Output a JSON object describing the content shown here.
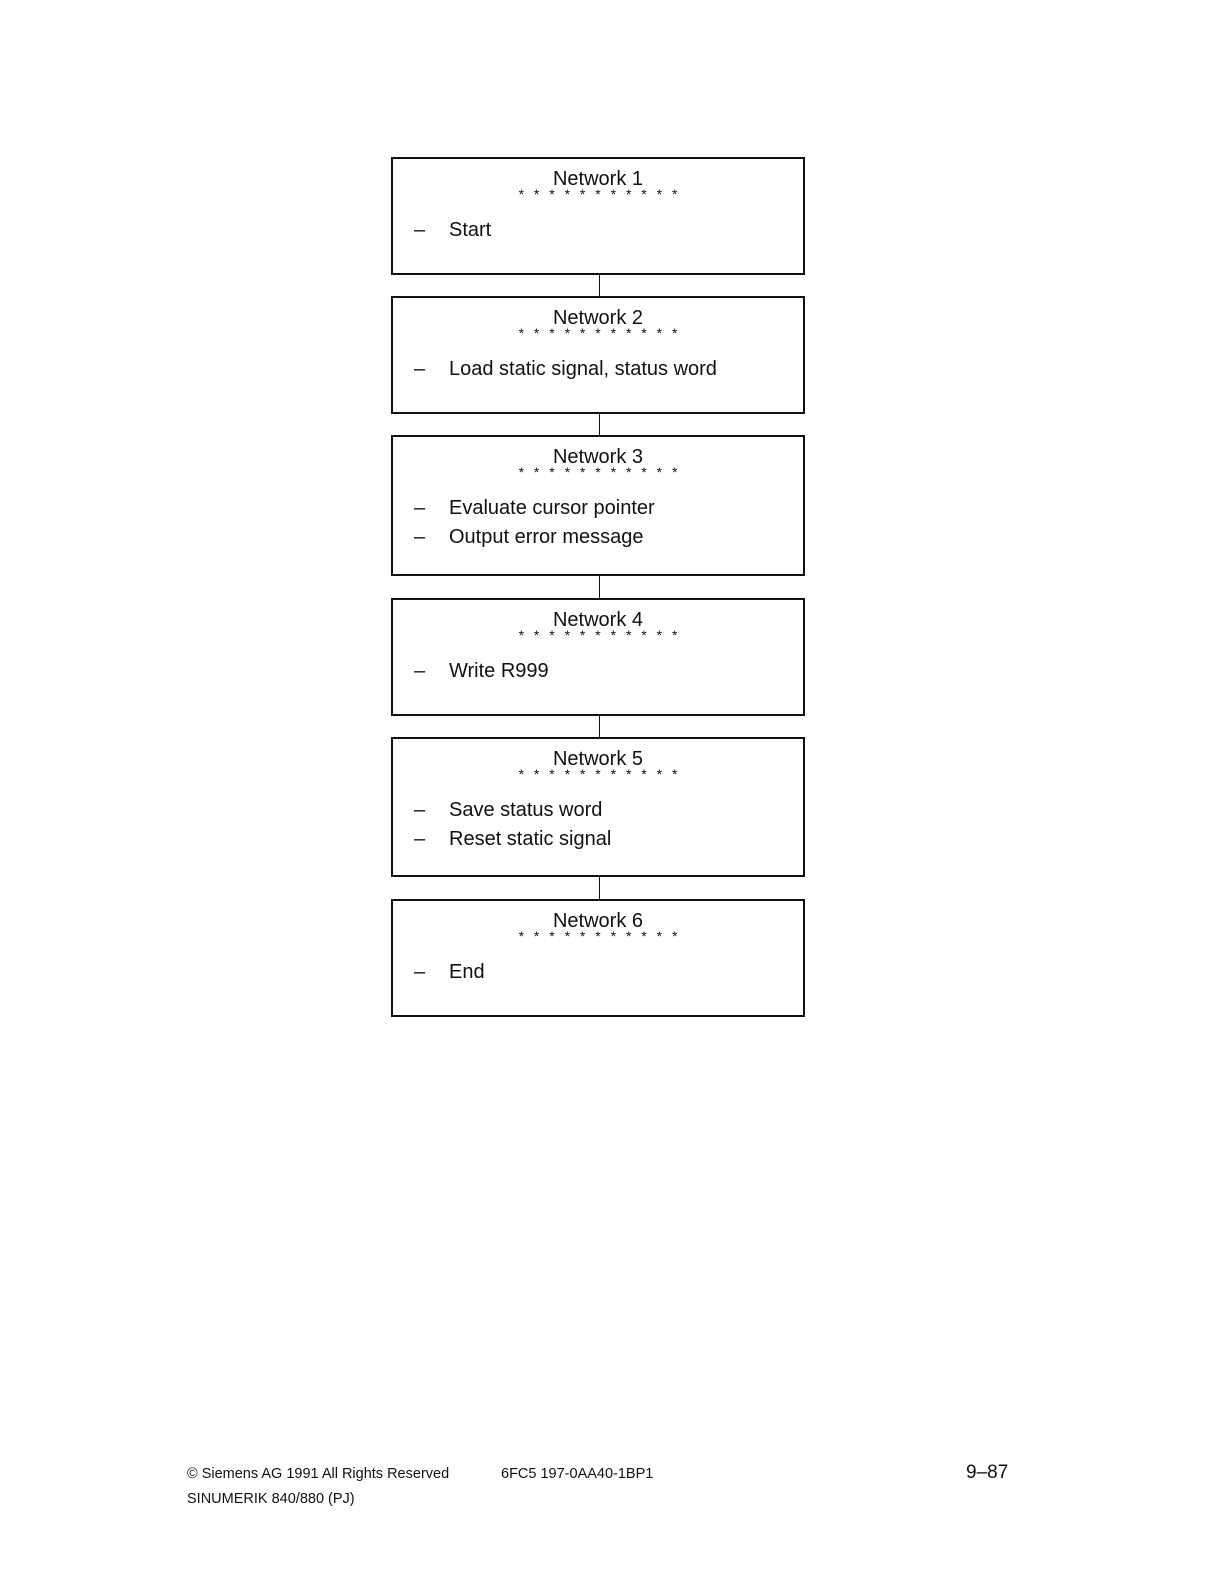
{
  "networks": [
    {
      "title": "Network 1",
      "stars": "* * * * * * * * * * *",
      "items": [
        {
          "dash": "–",
          "text": "Start"
        }
      ]
    },
    {
      "title": "Network 2",
      "stars": "* * * * * * * * * * *",
      "items": [
        {
          "dash": "–",
          "text": "Load static signal, status word"
        }
      ]
    },
    {
      "title": "Network 3",
      "stars": "* * * * * * * * * * *",
      "items": [
        {
          "dash": "–",
          "text": "Evaluate cursor pointer"
        },
        {
          "dash": "–",
          "text": "Output error message"
        }
      ]
    },
    {
      "title": "Network 4",
      "stars": "* * * * * * * * * * *",
      "items": [
        {
          "dash": "–",
          "text": "Write R999"
        }
      ]
    },
    {
      "title": "Network 5",
      "stars": "* * * * * * * * * * *",
      "items": [
        {
          "dash": "–",
          "text": "Save status word"
        },
        {
          "dash": "–",
          "text": "Reset static signal"
        }
      ]
    },
    {
      "title": "Network 6",
      "stars": "* * * * * * * * * * *",
      "items": [
        {
          "dash": "–",
          "text": "End"
        }
      ]
    }
  ],
  "footer": {
    "copyright": "© Siemens AG  1991  All Rights Reserved",
    "order_number": "6FC5 197-0AA40-1BP1",
    "product": "SINUMERIK 840/880 (PJ)",
    "page_number": "9–87"
  }
}
